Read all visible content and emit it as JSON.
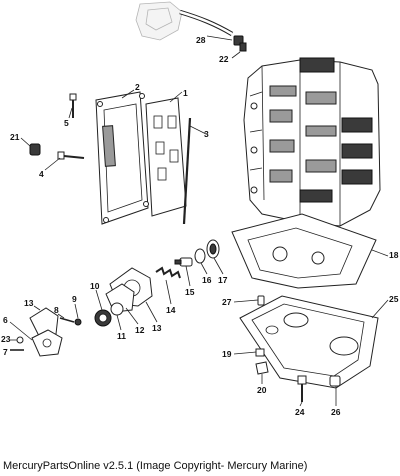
{
  "diagram": {
    "callouts": {
      "c1": "1",
      "c2": "2",
      "c3": "3",
      "c4": "4",
      "c5": "5",
      "c6": "6",
      "c7": "7",
      "c8": "8",
      "c9": "9",
      "c10": "10",
      "c11": "11",
      "c12": "12",
      "c13a": "13",
      "c13b": "13",
      "c14": "14",
      "c15": "15",
      "c16": "16",
      "c17": "17",
      "c18": "18",
      "c19": "19",
      "c20": "20",
      "c21": "21",
      "c22": "22",
      "c23": "23",
      "c24": "24",
      "c25": "25",
      "c26": "26",
      "c27": "27",
      "c28": "28"
    }
  },
  "footer": {
    "caption": "MercuryPartsOnline v2.5.1 (Image Copyright- Mercury Marine)"
  }
}
